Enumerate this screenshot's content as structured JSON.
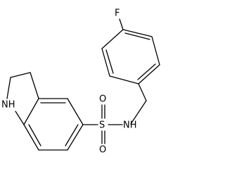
{
  "colors": {
    "background": "#ffffff",
    "bond": "#000000",
    "atom_text": "#000000"
  },
  "atoms": {
    "fluorine": "F",
    "indoline_nh": "NH",
    "sulfur": "S",
    "oxygen_top": "O",
    "oxygen_bottom": "O",
    "sulfonamide_nh": "NH"
  }
}
